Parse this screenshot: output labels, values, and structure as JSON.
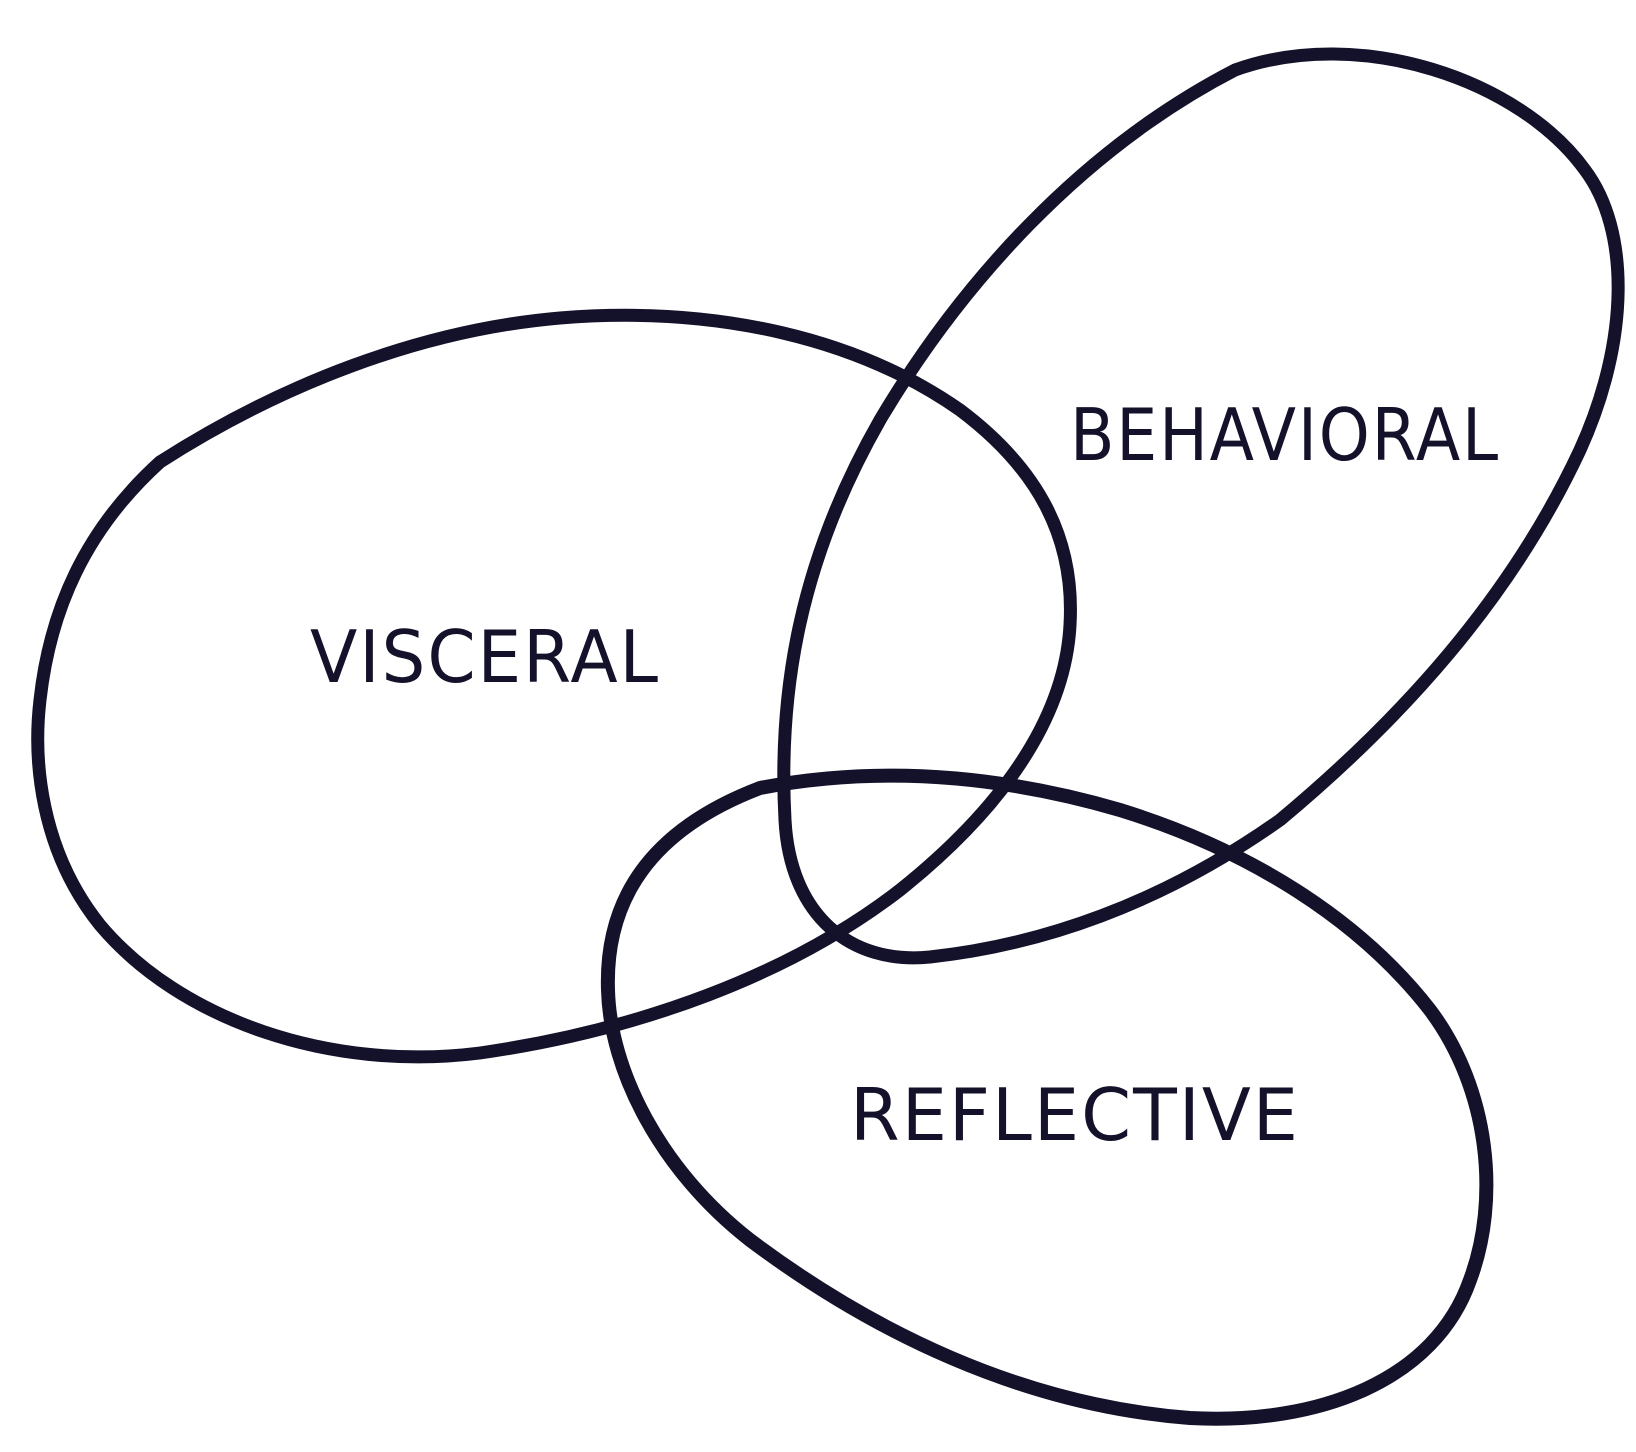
{
  "diagram": {
    "stroke_color": "#14122a",
    "background_color": "#ffffff",
    "regions": [
      {
        "id": "visceral",
        "label": "VISCERAL"
      },
      {
        "id": "behavioral",
        "label": "BEHAVIORAL"
      },
      {
        "id": "reflective",
        "label": "REFLECTIVE"
      }
    ]
  }
}
